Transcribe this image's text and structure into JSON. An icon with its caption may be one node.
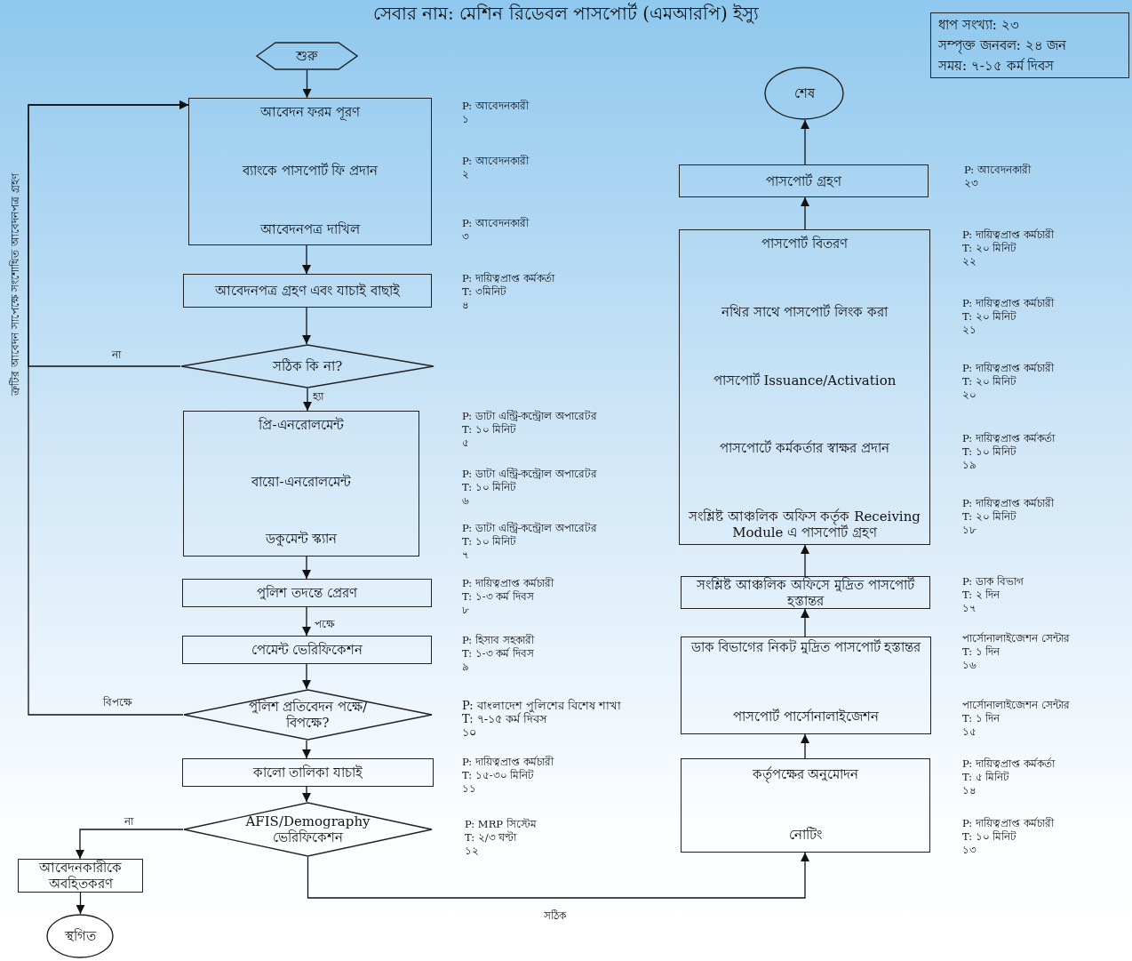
{
  "diagram": {
    "title": "সেবার নাম: মেশিন রিডেবল পাসপোর্ট (এমআরপি) ইস্যু",
    "nodes": [
      {
        "text": [
          "ধাপ সংখ্যা: ২৩",
          "সম্পৃক্ত জনবল: ২৪ জন",
          "সময়: ৭-১৫ কর্ম দিবস"
        ]
      },
      {
        "text": [
          "শুরু"
        ]
      },
      {
        "text": [
          "শেষ"
        ]
      },
      {
        "text": [
          "আবেদন ফরম পূরণ",
          "ব্যাংকে পাসপোর্ট ফি প্রদান",
          "আবেদনপত্র দাখিল"
        ],
        "beside": [
          "P: আবেদনকারী",
          "১",
          "P: আবেদনকারী",
          "২",
          "P: আবেদনকারী",
          "৩"
        ]
      },
      {
        "text": [
          "আবেদনপত্র গ্রহণ এবং যাচাই বাছাই"
        ],
        "beside": [
          "P: দায়িত্বপ্রাপ্ত কর্মকর্তা",
          "T: ৩মিনিট",
          "৪"
        ]
      },
      {
        "text": [
          "সঠিক কি না?"
        ]
      },
      {
        "text": [
          "প্রি-এনরোলমেন্ট",
          "বায়ো-এনরোলমেন্ট",
          "ডকুমেন্ট স্ক্যান"
        ],
        "beside": [
          "P: ডাটা এন্ট্রি-কন্ট্রোল অপারেটর",
          "T: ১০ মিনিট",
          "৫",
          "P: ডাটা এন্ট্রি-কন্ট্রোল অপারেটর",
          "T: ১০ মিনিট",
          "৬",
          "P: ডাটা এন্ট্রি-কন্ট্রোল অপারেটর",
          "T: ১০ মিনিট",
          "৭"
        ]
      },
      {
        "text": [
          "পুলিশ তদন্তে প্রেরণ"
        ],
        "beside": [
          "P: দায়িত্বপ্রাপ্ত কর্মচারী",
          "T: ১-৩ কর্ম দিবস",
          "৮"
        ]
      },
      {
        "text": [
          "পেমেন্ট ভেরিফিকেশন"
        ],
        "beside": [
          "P: হিসাব সহকারী",
          "T: ১-৩ কর্ম দিবস",
          "৯"
        ]
      },
      {
        "text": [
          "পুলিশ প্রতিবেদন পক্ষে/বিপক্ষে?"
        ],
        "beside": [
          "P: বাংলাদেশ পুলিশের বিশেষ শাখা",
          "T: ৭-১৫ কর্ম দিবস",
          "১০"
        ]
      },
      {
        "text": [
          "কালো তালিকা যাচাই"
        ],
        "beside": [
          "P: দায়িত্বপ্রাপ্ত কর্মচারী",
          "T: ১৫-৩০ মিনিট",
          "১১"
        ]
      },
      {
        "text": [
          "AFIS/Demography ভেরিফিকেশন"
        ],
        "beside": [
          "P: MRP সিস্টেম",
          "T: ২/৩ ঘণ্টা",
          "১২"
        ]
      },
      {
        "text": [
          "আবেদনকারীকে অবহিতকরণ"
        ]
      },
      {
        "text": [
          "স্থগিত"
        ]
      },
      {
        "text": [
          "পাসপোর্ট গ্রহণ"
        ],
        "beside": [
          "P: আবেদনকারী",
          "২৩"
        ]
      },
      {
        "text": [
          "পাসপোর্ট বিতরণ",
          "নথির সাথে পাসপোর্ট লিংক করা",
          "পাসপোর্ট Issuance/Activation",
          "পাসপোর্টে কর্মকর্তার স্বাক্ষর প্রদান",
          "সংশ্লিষ্ট আঞ্চলিক অফিস কর্তৃক Receiving Module এ পাসপোর্ট গ্রহণ"
        ],
        "beside": [
          "P: দায়িত্বপ্রাপ্ত কর্মচারী",
          "T: ২০ মিনিট",
          "২২",
          "P: দায়িত্বপ্রাপ্ত কর্মচারী",
          "T: ২০ মিনিট",
          "২১",
          "P: দায়িত্বপ্রাপ্ত কর্মচারী",
          "T: ২০ মিনিট",
          "২০",
          "P: দায়িত্বপ্রাপ্ত কর্মকর্তা",
          "T: ১০ মিনিট",
          "১৯",
          "P: দায়িত্বপ্রাপ্ত কর্মচারী",
          "T: ২০ মিনিট",
          "১৮"
        ]
      },
      {
        "text": [
          "সংশ্লিষ্ট আঞ্চলিক অফিসে মুদ্রিত পাসপোর্ট হস্তান্তর"
        ],
        "beside": [
          "P: ডাক বিভাগ",
          "T: ২ দিন",
          "১৭"
        ]
      },
      {
        "text": [
          "ডাক বিভাগের নিকট মুদ্রিত পাসপোর্ট হস্তান্তর",
          "পাসপোর্ট পার্সোনালাইজেশন"
        ],
        "beside": [
          "পার্সোনালাইজেশন সেন্টার",
          "T: ১ দিন",
          "১৬",
          "পার্সোনালাইজেশন সেন্টার",
          "T: ১ দিন",
          "১৫"
        ]
      },
      {
        "text": [
          "কর্তৃপক্ষের অনুমোদন",
          "নোটিং"
        ],
        "beside": [
          "P: দায়িত্বপ্রাপ্ত কর্মকর্তা",
          "T: ৫ মিনিট",
          "১৪",
          "P: দায়িত্বপ্রাপ্ত কর্মচারী",
          "T: ১০ মিনিট",
          "১৩"
        ]
      }
    ],
    "edges": [
      {
        "from": 1,
        "to": 3,
        "arrow": "to"
      },
      {
        "from": 3,
        "to": 4,
        "arrow": "to"
      },
      {
        "from": 4,
        "to": 5,
        "arrow": "to"
      },
      {
        "from": 5,
        "to": 6,
        "arrow": "to",
        "label": "হ্যা"
      },
      {
        "from": 5,
        "to": 3,
        "arrow": "to",
        "label": "না"
      },
      {
        "from": 6,
        "to": 7,
        "arrow": "to"
      },
      {
        "from": 7,
        "to": 8,
        "arrow": "to",
        "label": "পক্ষে"
      },
      {
        "from": 8,
        "to": 9,
        "arrow": "to"
      },
      {
        "from": 9,
        "to": 3,
        "arrow": "to",
        "label": "বিপক্ষে"
      },
      {
        "from": 9,
        "to": 10,
        "arrow": "to"
      },
      {
        "from": 10,
        "to": 11,
        "arrow": "to"
      },
      {
        "from": 11,
        "to": 12,
        "arrow": "to",
        "label": "না"
      },
      {
        "from": 12,
        "to": 13,
        "arrow": "to"
      },
      {
        "from": 11,
        "to": 18,
        "arrow": "to",
        "label": "সঠিক"
      },
      {
        "from": 18,
        "to": 17,
        "arrow": "to"
      },
      {
        "from": 17,
        "to": 16,
        "arrow": "to"
      },
      {
        "from": 16,
        "to": 15,
        "arrow": "to"
      },
      {
        "from": 15,
        "to": 14,
        "arrow": "to"
      },
      {
        "from": 14,
        "to": 2,
        "arrow": "to"
      }
    ],
    "labels": [
      "ত্রুটির আবেদন সাপেক্ষে সংশোধিত আবেদনপত্র গ্রহণ"
    ]
  }
}
